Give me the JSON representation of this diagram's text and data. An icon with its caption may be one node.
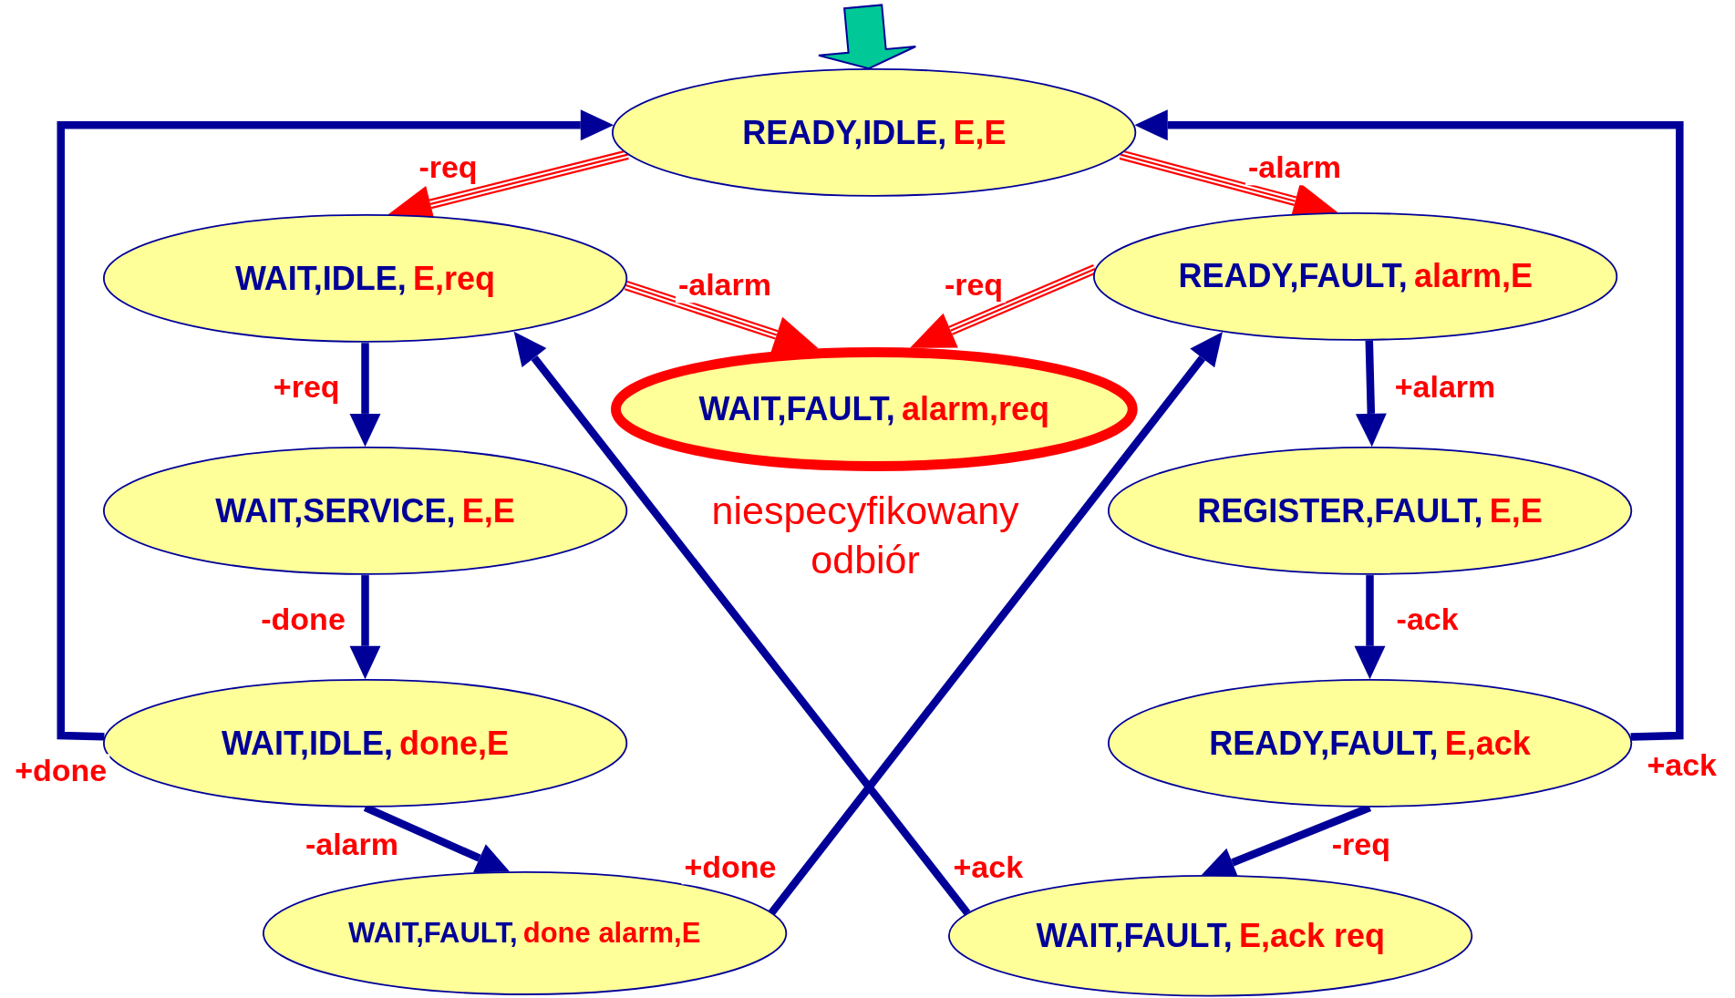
{
  "diagram": {
    "nodes": [
      {
        "text": [
          "READY,IDLE,",
          "E,E"
        ]
      },
      {
        "text": [
          "WAIT,IDLE,",
          "E,req"
        ]
      },
      {
        "text": [
          "READY,FAULT,",
          "alarm,E"
        ]
      },
      {
        "text": [
          "WAIT,FAULT,",
          "alarm,req"
        ],
        "beside": [
          "niespecyfikowany odbiór"
        ]
      },
      {
        "text": [
          "WAIT,SERVICE,",
          "E,E"
        ]
      },
      {
        "text": [
          "REGISTER,FAULT,",
          "E,E"
        ]
      },
      {
        "text": [
          "WAIT,IDLE,",
          "done,E"
        ]
      },
      {
        "text": [
          "READY,FAULT,",
          "E,ack"
        ]
      },
      {
        "text": [
          "WAIT,FAULT,",
          "done alarm,E"
        ]
      },
      {
        "text": [
          "WAIT,FAULT,",
          "E,ack req"
        ]
      }
    ],
    "edges": [
      {
        "from": null,
        "to": 0,
        "arrow": "to",
        "style": "thick",
        "color": "#00c896"
      },
      {
        "from": 0,
        "to": 1,
        "arrow": "to",
        "label": "-req",
        "color": "#ff0000"
      },
      {
        "from": 0,
        "to": 2,
        "arrow": "to",
        "label": "-alarm",
        "color": "#ff0000"
      },
      {
        "from": 1,
        "to": 3,
        "arrow": "to",
        "label": "-alarm",
        "color": "#ff0000"
      },
      {
        "from": 2,
        "to": 3,
        "arrow": "to",
        "label": "-req",
        "color": "#ff0000"
      },
      {
        "from": 1,
        "to": 4,
        "arrow": "to",
        "label": "+req"
      },
      {
        "from": 4,
        "to": 6,
        "arrow": "to",
        "label": "-done"
      },
      {
        "from": 6,
        "to": 0,
        "arrow": "to",
        "label": "+done"
      },
      {
        "from": 2,
        "to": 5,
        "arrow": "to",
        "label": "+alarm"
      },
      {
        "from": 5,
        "to": 7,
        "arrow": "to",
        "label": "-ack"
      },
      {
        "from": 7,
        "to": 0,
        "arrow": "to",
        "label": "+ack"
      },
      {
        "from": 6,
        "to": 8,
        "arrow": "to",
        "label": "-alarm"
      },
      {
        "from": 7,
        "to": 9,
        "arrow": "to",
        "label": "-req"
      },
      {
        "from": 8,
        "to": 2,
        "arrow": "to",
        "label": "+done"
      },
      {
        "from": 9,
        "to": 1,
        "arrow": "to",
        "label": "+ack"
      }
    ]
  }
}
